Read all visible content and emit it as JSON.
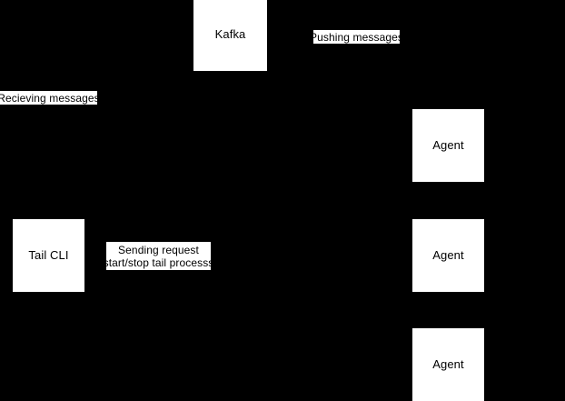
{
  "diagram": {
    "background_color": "#000000",
    "node_fill_color": "#ffffff",
    "node_text_color": "#000000",
    "nodes": [
      {
        "id": "kafka",
        "label": "Kafka"
      },
      {
        "id": "agent1",
        "label": "Agent"
      },
      {
        "id": "agent2",
        "label": "Agent"
      },
      {
        "id": "agent3",
        "label": "Agent"
      },
      {
        "id": "tailcli",
        "label": "Tail CLI"
      }
    ],
    "edge_labels": [
      {
        "id": "pushing",
        "text": "Pushing messages"
      },
      {
        "id": "recieving",
        "text": "Recieving messages"
      },
      {
        "id": "sending",
        "line1": "Sending request",
        "line2": "start/stop tail processs"
      }
    ]
  }
}
